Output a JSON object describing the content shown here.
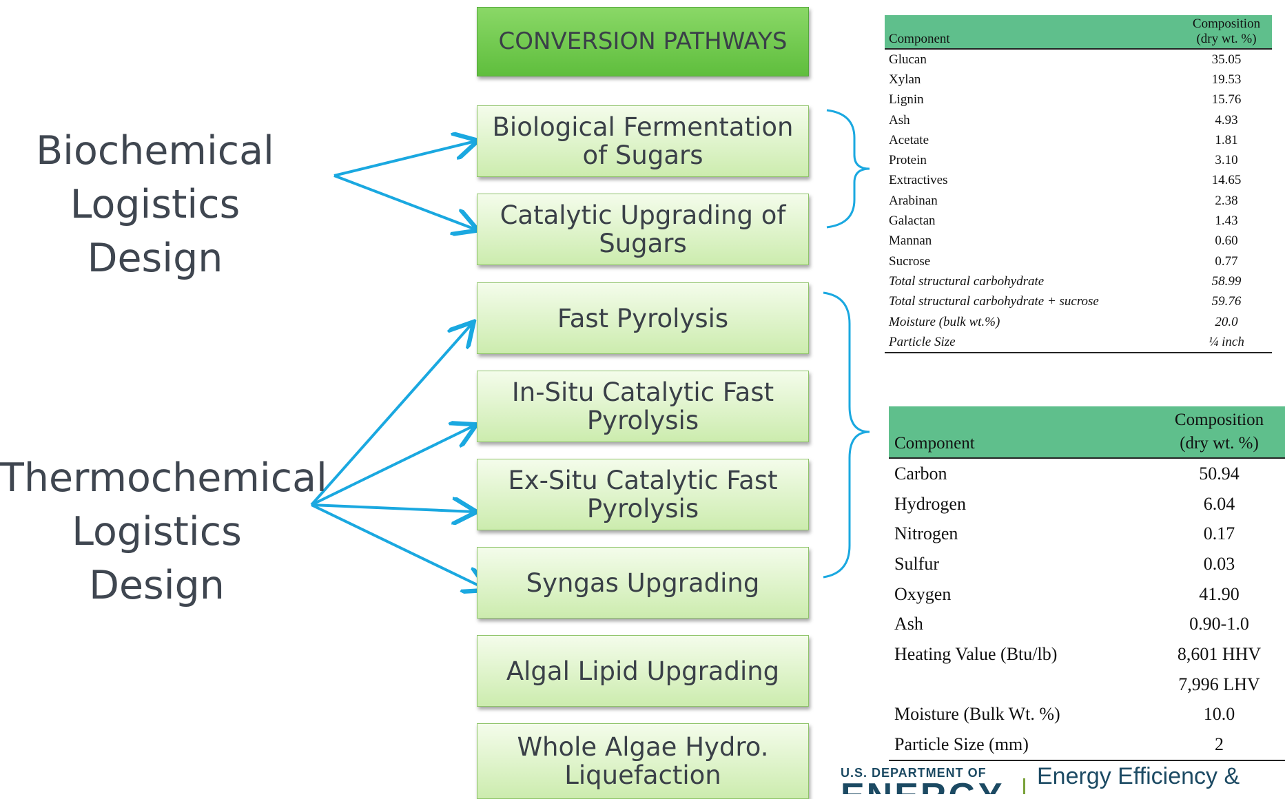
{
  "labels": {
    "biochemical": "Biochemical Logistics Design",
    "thermochemical": "Thermochemical Logistics Design"
  },
  "pathways": {
    "title": "CONVERSION PATHWAYS",
    "items": [
      "Biological Fermentation of Sugars",
      "Catalytic Upgrading of Sugars",
      "Fast Pyrolysis",
      "In-Situ Catalytic Fast Pyrolysis",
      "Ex-Situ Catalytic Fast Pyrolysis",
      "Syngas Upgrading",
      "Algal Lipid Upgrading",
      "Whole Algae Hydro. Liquefaction"
    ]
  },
  "table1": {
    "headers": [
      "Component",
      "Composition (dry wt. %)"
    ],
    "rows": [
      [
        "Glucan",
        "35.05"
      ],
      [
        "Xylan",
        "19.53"
      ],
      [
        "Lignin",
        "15.76"
      ],
      [
        "Ash",
        "4.93"
      ],
      [
        "Acetate",
        "1.81"
      ],
      [
        "Protein",
        "3.10"
      ],
      [
        "Extractives",
        "14.65"
      ],
      [
        "Arabinan",
        "2.38"
      ],
      [
        "Galactan",
        "1.43"
      ],
      [
        "Mannan",
        "0.60"
      ],
      [
        "Sucrose",
        "0.77"
      ],
      [
        "Total structural carbohydrate",
        "58.99"
      ],
      [
        "Total structural carbohydrate + sucrose",
        "59.76"
      ],
      [
        "Moisture (bulk wt.%)",
        "20.0"
      ],
      [
        "Particle Size",
        "¼ inch"
      ]
    ]
  },
  "table2": {
    "headers": [
      "Component",
      "Composition (dry wt. %)"
    ],
    "rows": [
      [
        "Carbon",
        "50.94"
      ],
      [
        "Hydrogen",
        "6.04"
      ],
      [
        "Nitrogen",
        "0.17"
      ],
      [
        "Sulfur",
        "0.03"
      ],
      [
        "Oxygen",
        "41.90"
      ],
      [
        "Ash",
        "0.90-1.0"
      ],
      [
        "Heating Value (Btu/lb)",
        "8,601 HHV"
      ],
      [
        "",
        "7,996 LHV"
      ],
      [
        "Moisture (Bulk Wt. %)",
        "10.0"
      ],
      [
        "Particle Size (mm)",
        "2"
      ]
    ]
  },
  "footer": {
    "department": "U.S. DEPARTMENT OF",
    "energy": "ENERGY",
    "office": "Energy Efficiency &"
  },
  "colors": {
    "arrow": "#1aa8e0",
    "title_box": "#6cc84a",
    "table_header": "#5fbf8c",
    "box_fill": "#ccecae"
  }
}
